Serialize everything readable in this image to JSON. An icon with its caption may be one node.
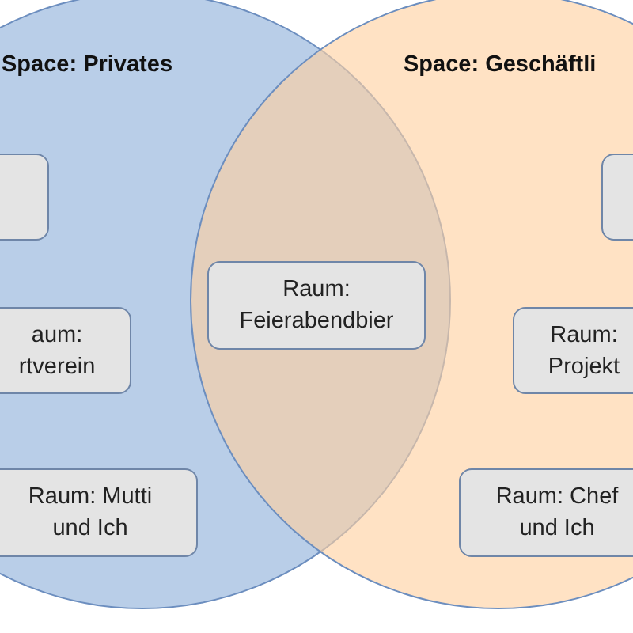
{
  "diagram": {
    "nodes": [
      {
        "text": [
          "Space: Privates"
        ]
      },
      {
        "text": [],
        "shape": "box",
        "in": 0
      },
      {
        "text": [
          "aum: rtverein"
        ],
        "in": 0
      },
      {
        "text": [
          "Raum: Mutti und Ich"
        ],
        "in": 0
      },
      {
        "text": [
          "Space: Geschäftli"
        ]
      },
      {
        "text": [],
        "shape": "box",
        "in": 4
      },
      {
        "text": [
          "Raum: Projekt"
        ],
        "in": 4
      },
      {
        "text": [
          "Raum: Chef und Ich"
        ],
        "in": 4
      },
      {
        "text": [
          "Raum: Feierabendbier"
        ]
      }
    ]
  }
}
